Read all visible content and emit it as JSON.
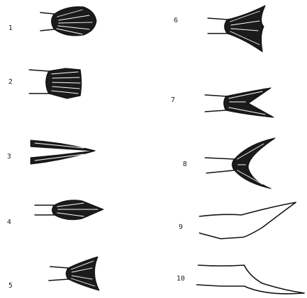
{
  "figures": [
    {
      "number": "1",
      "shape": "rounded-tail"
    },
    {
      "number": "2",
      "shape": "truncate-tail"
    },
    {
      "number": "3",
      "shape": "pointed-split-tail"
    },
    {
      "number": "4",
      "shape": "lanceolate-tail"
    },
    {
      "number": "5",
      "shape": "emarginate-tail"
    },
    {
      "number": "6",
      "shape": "forked-tail"
    },
    {
      "number": "7",
      "shape": "deeply-forked-tail"
    },
    {
      "number": "8",
      "shape": "lunate-tail"
    },
    {
      "number": "9",
      "shape": "heterocercal-outline"
    },
    {
      "number": "10",
      "shape": "heterocercal-outline"
    }
  ],
  "colors": {
    "ink": "#111111",
    "paper": "#ffffff"
  }
}
